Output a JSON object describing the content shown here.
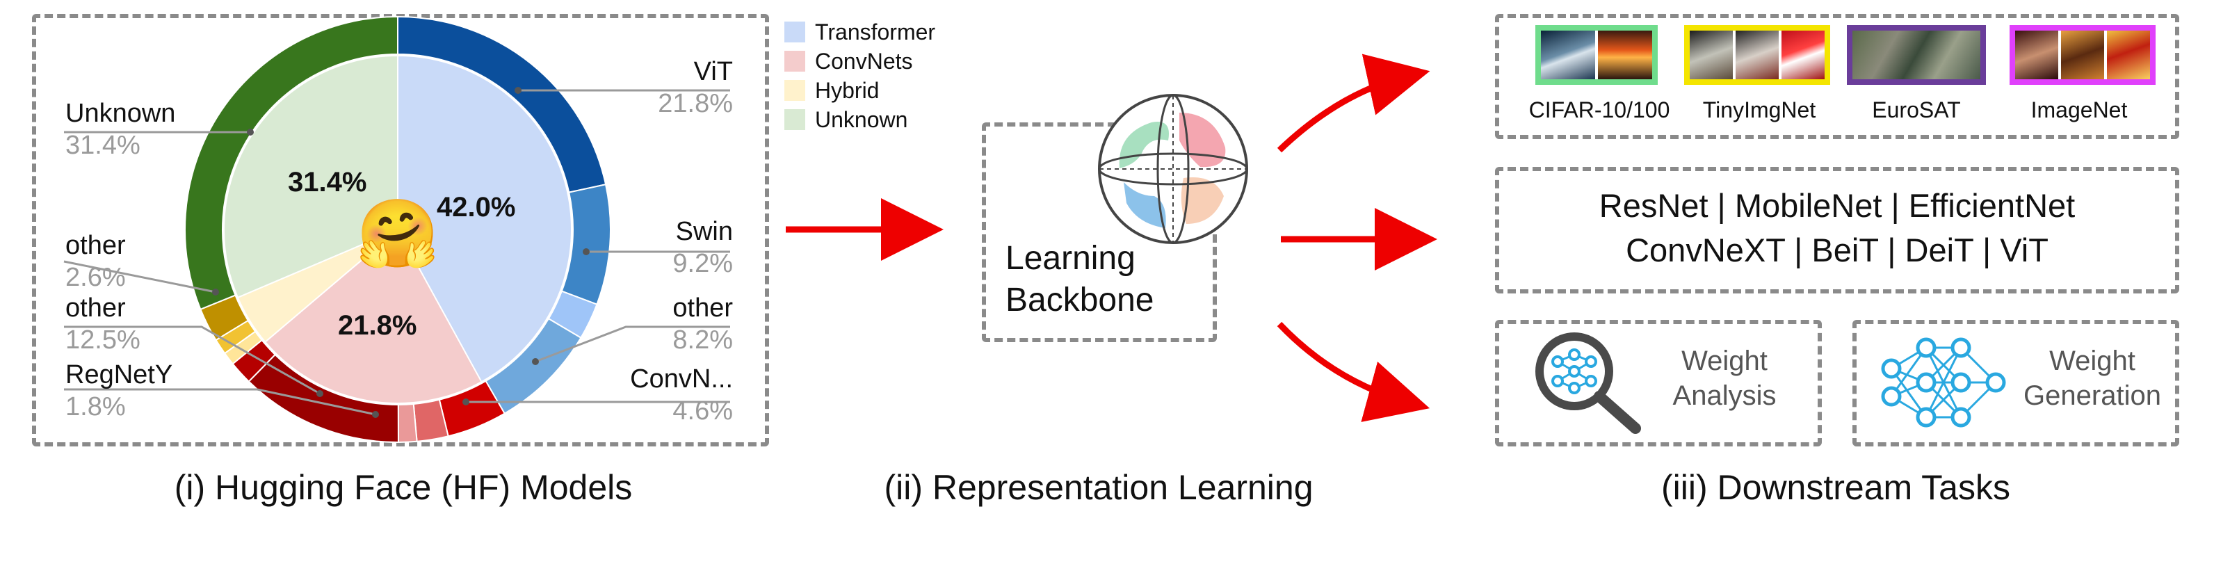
{
  "panel1": {
    "caption": "(i) Hugging Face (HF) Models",
    "legend": [
      {
        "label": "Transformer",
        "color": "#c9daf8"
      },
      {
        "label": "ConvNets",
        "color": "#f4cccc"
      },
      {
        "label": "Hybrid",
        "color": "#fff2cc"
      },
      {
        "label": "Unknown",
        "color": "#d9ead3"
      }
    ],
    "inner_labels": {
      "transformer": "42.0%",
      "convnets": "21.8%",
      "unknown": "31.4%"
    },
    "outer_labels": [
      {
        "name": "ViT",
        "value": "21.8%"
      },
      {
        "name": "Swin",
        "value": "9.2%"
      },
      {
        "name": "other",
        "value": "8.2%"
      },
      {
        "name": "ConvN...",
        "value": "4.6%"
      },
      {
        "name": "Unknown",
        "value": "31.4%"
      },
      {
        "name": "other",
        "value": "2.6%"
      },
      {
        "name": "other",
        "value": "12.5%"
      },
      {
        "name": "RegNetY",
        "value": "1.8%"
      }
    ],
    "center_icon": "hugging-face-emoji",
    "emoji": "🤗"
  },
  "chart_data": {
    "type": "pie",
    "inner": [
      {
        "name": "Transformer",
        "value": 42.0,
        "color": "#c9daf8"
      },
      {
        "name": "ConvNets",
        "value": 21.8,
        "color": "#f4cccc"
      },
      {
        "name": "Hybrid",
        "value": 4.8,
        "color": "#fff2cc"
      },
      {
        "name": "Unknown",
        "value": 31.4,
        "color": "#d9ead3"
      }
    ],
    "outer": [
      {
        "name": "ViT",
        "value": 21.8,
        "color": "#0b4f9c"
      },
      {
        "name": "Swin",
        "value": 9.2,
        "color": "#3d85c6"
      },
      {
        "name": "",
        "value": 2.8,
        "color": "#9fc5f8"
      },
      {
        "name": "other",
        "value": 8.2,
        "color": "#6fa8dc"
      },
      {
        "name": "ConvN...",
        "value": 4.6,
        "color": "#d10000"
      },
      {
        "name": "",
        "value": 2.4,
        "color": "#e06666"
      },
      {
        "name": "",
        "value": 1.4,
        "color": "#ea9999"
      },
      {
        "name": "other",
        "value": 12.5,
        "color": "#990000"
      },
      {
        "name": "RegNetY",
        "value": 1.8,
        "color": "#b50000"
      },
      {
        "name": "",
        "value": 1.0,
        "color": "#ffe599"
      },
      {
        "name": "",
        "value": 1.2,
        "color": "#f1c232"
      },
      {
        "name": "other",
        "value": 2.6,
        "color": "#bf9000"
      },
      {
        "name": "Unknown",
        "value": 31.4,
        "color": "#38761d"
      }
    ]
  },
  "panel2": {
    "caption": "(ii) Representation Learning",
    "box_line1": "Learning",
    "box_line2": "Backbone",
    "sphere_icon": "latent-sphere-icon"
  },
  "panel3": {
    "caption": "(iii) Downstream Tasks",
    "datasets": [
      {
        "label": "CIFAR-10/100",
        "border": "#6fdc8c"
      },
      {
        "label": "TinyImgNet",
        "border": "#f4e500"
      },
      {
        "label": "EuroSAT",
        "border": "#6a3d9a"
      },
      {
        "label": "ImageNet",
        "border": "#e040fb"
      }
    ],
    "arch_line1": "ResNet |  MobileNet | EfficientNet",
    "arch_line2": "ConvNeXT | BeiT | DeiT | ViT",
    "task1": {
      "line1": "Weight",
      "line2": "Analysis",
      "icon": "magnifier-network-icon"
    },
    "task2": {
      "line1": "Weight",
      "line2": "Generation",
      "icon": "neural-network-icon"
    }
  },
  "colors": {
    "arrow": "#ee0000",
    "accent_icon": "#29a8e0",
    "dash": "#8a8a8a"
  }
}
